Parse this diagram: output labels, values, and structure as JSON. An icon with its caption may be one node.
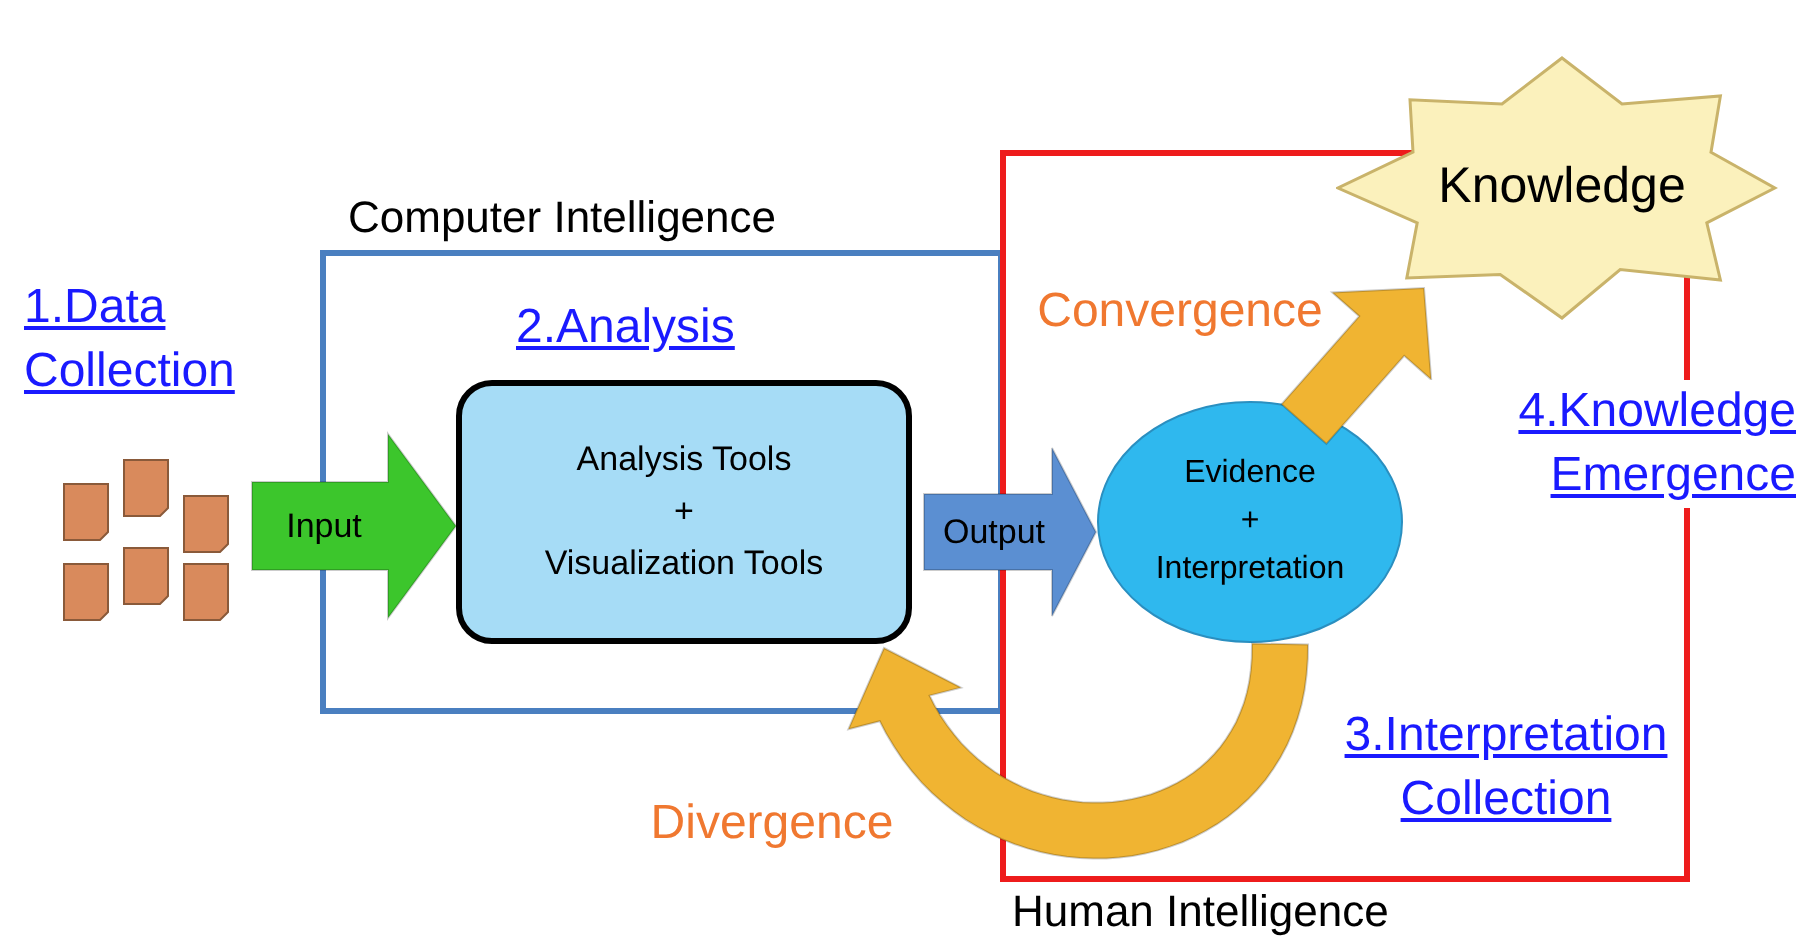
{
  "diagram": {
    "nodes": [
      {
        "text": [
          "Computer Intelligence"
        ]
      },
      {
        "text": [
          "Human Intelligence"
        ]
      },
      {
        "text": [],
        "shape": "picture"
      },
      {
        "text": [
          "Analysis Tools",
          "+",
          "Visualization Tools"
        ],
        "in": 0
      },
      {
        "text": [
          "Evidence",
          "+",
          "Interpretation"
        ],
        "in": 1
      },
      {
        "text": [
          "Knowledge"
        ]
      }
    ],
    "edges": [
      {
        "from": 2,
        "to": 3,
        "arrow": "to",
        "label": "Input",
        "color": "#3cc62c"
      },
      {
        "from": 3,
        "to": 4,
        "arrow": "to",
        "label": "Output",
        "color": "#5b8fd2"
      },
      {
        "from": 4,
        "to": 5,
        "arrow": "to",
        "label": "Convergence",
        "color": "#f0b432"
      },
      {
        "from": 4,
        "to": 3,
        "arrow": "to",
        "label": "Divergence",
        "color": "#f0b432"
      }
    ],
    "labels": [
      "1.Data Collection",
      "2.Analysis",
      "4.Knowledge Emergence",
      "3.Interpretation Collection"
    ]
  }
}
